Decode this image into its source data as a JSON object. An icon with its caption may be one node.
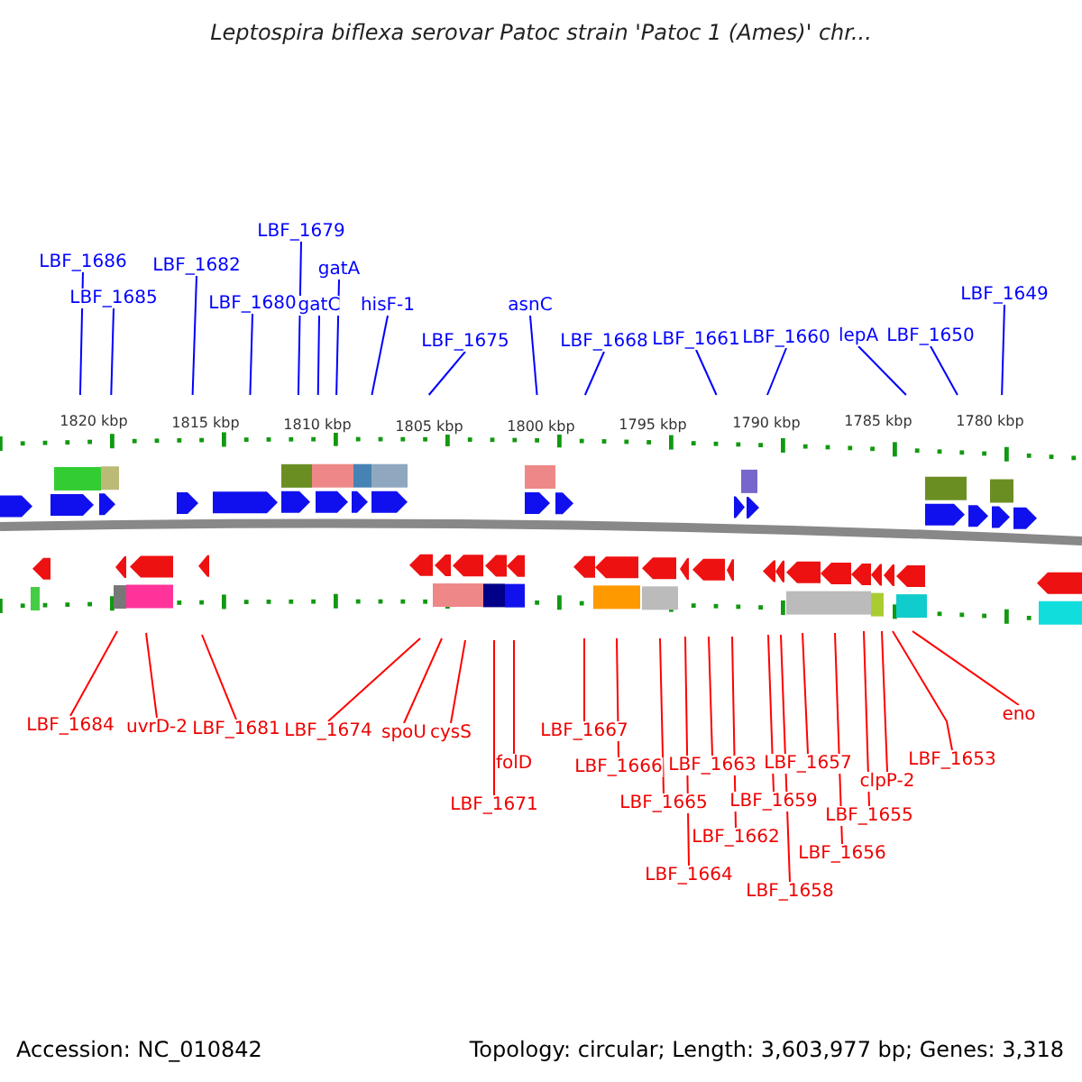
{
  "diagram": {
    "title": "Leptospira biflexa serovar Patoc strain 'Patoc 1 (Ames)' chr...",
    "nodes": [
      {
        "text": [
          "LBF_1686"
        ]
      },
      {
        "text": [
          "LBF_1685"
        ]
      },
      {
        "text": [
          "LBF_1682"
        ]
      },
      {
        "text": [
          "LBF_1680"
        ]
      },
      {
        "text": [
          "LBF_1679"
        ]
      },
      {
        "text": [
          "gatC"
        ]
      },
      {
        "text": [
          "gatA"
        ]
      },
      {
        "text": [
          "hisF-1"
        ]
      },
      {
        "text": [
          "LBF_1675"
        ]
      },
      {
        "text": [
          "asnC"
        ]
      },
      {
        "text": [
          "LBF_1668"
        ]
      },
      {
        "text": [
          "LBF_1661"
        ]
      },
      {
        "text": [
          "LBF_1660"
        ]
      },
      {
        "text": [
          "lepA"
        ]
      },
      {
        "text": [
          "LBF_1650"
        ]
      },
      {
        "text": [
          "LBF_1649"
        ]
      },
      {
        "text": [
          "LBF_1684"
        ]
      },
      {
        "text": [
          "uvrD-2"
        ]
      },
      {
        "text": [
          "LBF_1681"
        ]
      },
      {
        "text": [
          "LBF_1674"
        ]
      },
      {
        "text": [
          "spoU"
        ]
      },
      {
        "text": [
          "cysS"
        ]
      },
      {
        "text": [
          "LBF_1671"
        ]
      },
      {
        "text": [
          "folD"
        ]
      },
      {
        "text": [
          "LBF_1667"
        ]
      },
      {
        "text": [
          "LBF_1666"
        ]
      },
      {
        "text": [
          "LBF_1665"
        ]
      },
      {
        "text": [
          "LBF_1664"
        ]
      },
      {
        "text": [
          "LBF_1663"
        ]
      },
      {
        "text": [
          "LBF_1662"
        ]
      },
      {
        "text": [
          "LBF_1659"
        ]
      },
      {
        "text": [
          "LBF_1658"
        ]
      },
      {
        "text": [
          "LBF_1657"
        ]
      },
      {
        "text": [
          "LBF_1656"
        ]
      },
      {
        "text": [
          "LBF_1655"
        ]
      },
      {
        "text": [
          "clpP-2"
        ]
      },
      {
        "text": [
          "LBF_1653"
        ]
      },
      {
        "text": [
          "eno"
        ]
      }
    ],
    "edges": [
      {
        "from": 0,
        "to": null,
        "arrow": "none",
        "color": "#0000ff"
      },
      {
        "from": 1,
        "to": null,
        "arrow": "none",
        "color": "#0000ff"
      },
      {
        "from": 2,
        "to": null,
        "arrow": "none",
        "color": "#0000ff"
      },
      {
        "from": 3,
        "to": null,
        "arrow": "none",
        "color": "#0000ff"
      },
      {
        "from": 4,
        "to": null,
        "arrow": "none",
        "color": "#0000ff"
      },
      {
        "from": 5,
        "to": null,
        "arrow": "none",
        "color": "#0000ff"
      },
      {
        "from": 6,
        "to": null,
        "arrow": "none",
        "color": "#0000ff"
      },
      {
        "from": 7,
        "to": null,
        "arrow": "none",
        "color": "#0000ff"
      },
      {
        "from": 8,
        "to": null,
        "arrow": "none",
        "color": "#0000ff"
      },
      {
        "from": 9,
        "to": null,
        "arrow": "none",
        "color": "#0000ff"
      },
      {
        "from": 10,
        "to": null,
        "arrow": "none",
        "color": "#0000ff"
      },
      {
        "from": 11,
        "to": null,
        "arrow": "none",
        "color": "#0000ff"
      },
      {
        "from": 12,
        "to": null,
        "arrow": "none",
        "color": "#0000ff"
      },
      {
        "from": 13,
        "to": null,
        "arrow": "none",
        "color": "#0000ff"
      },
      {
        "from": 14,
        "to": null,
        "arrow": "none",
        "color": "#0000ff"
      },
      {
        "from": 15,
        "to": null,
        "arrow": "none",
        "color": "#0000ff"
      },
      {
        "from": 16,
        "to": null,
        "arrow": "none"
      },
      {
        "from": 17,
        "to": null,
        "arrow": "none"
      },
      {
        "from": 18,
        "to": null,
        "arrow": "none"
      },
      {
        "from": 19,
        "to": null,
        "arrow": "none"
      },
      {
        "from": 20,
        "to": null,
        "arrow": "none"
      },
      {
        "from": 21,
        "to": null,
        "arrow": "none"
      },
      {
        "from": 22,
        "to": null,
        "arrow": "none"
      },
      {
        "from": 23,
        "to": null,
        "arrow": "none"
      },
      {
        "from": 24,
        "to": null,
        "arrow": "none"
      },
      {
        "from": 25,
        "to": null,
        "arrow": "none"
      },
      {
        "from": 26,
        "to": null,
        "arrow": "none"
      },
      {
        "from": 27,
        "to": null,
        "arrow": "none"
      },
      {
        "from": 28,
        "to": null,
        "arrow": "none"
      },
      {
        "from": 29,
        "to": null,
        "arrow": "none"
      },
      {
        "from": 30,
        "to": null,
        "arrow": "none"
      },
      {
        "from": 31,
        "to": null,
        "arrow": "none"
      },
      {
        "from": 32,
        "to": null,
        "arrow": "none"
      },
      {
        "from": 33,
        "to": null,
        "arrow": "none"
      },
      {
        "from": 34,
        "to": null,
        "arrow": "none"
      },
      {
        "from": 35,
        "to": null,
        "arrow": "none"
      },
      {
        "from": 36,
        "to": null,
        "arrow": "none"
      },
      {
        "from": 37,
        "to": null,
        "arrow": "none"
      }
    ],
    "labels": [
      "1820 kbp",
      "1815 kbp",
      "1810 kbp",
      "1805 kbp",
      "1800 kbp",
      "1795 kbp",
      "1790 kbp",
      "1785 kbp",
      "1780 kbp",
      "Accession: NC_010842",
      "Topology: circular; Length: 3,603,977 bp; Genes: 3,318"
    ]
  }
}
